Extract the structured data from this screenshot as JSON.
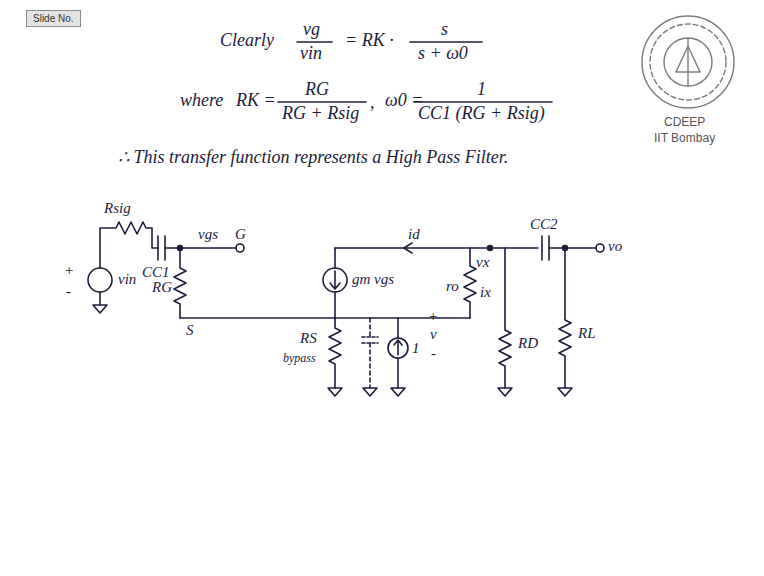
{
  "diagram": {
    "nodes": [
      {
        "text": [
          "Slide No."
        ]
      }
    ],
    "labels": [
      "Clearly",
      "vg",
      "vin",
      "= RK ·",
      "s",
      "s + ω0",
      "where",
      "RK =",
      "RG",
      "RG + Rsig",
      ",",
      "ω0 =",
      "1",
      "CC1 (RG + Rsig)",
      "∴ This transfer function represents a High Pass Filter.",
      "CDEEP",
      "IIT Bombay",
      "Rsig",
      "CC1",
      "vgs",
      "G",
      "+",
      "-",
      "vin",
      "RG",
      "S",
      "gm vgs",
      "id",
      "vx",
      "ro",
      "ix",
      "CC2",
      "vo",
      "RD",
      "RL",
      "RS",
      "bypass",
      "1",
      "+",
      "v",
      "-"
    ]
  }
}
